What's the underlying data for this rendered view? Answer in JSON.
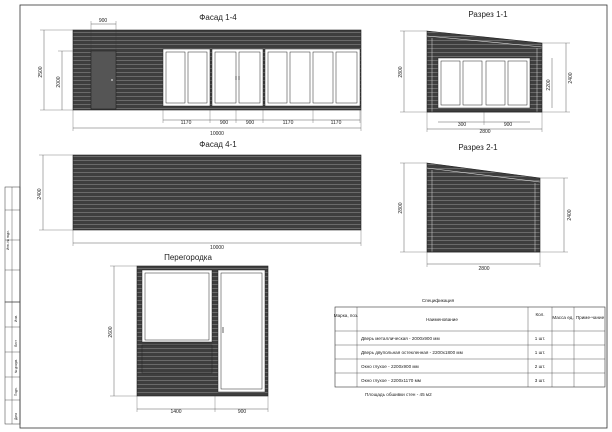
{
  "drawings": {
    "facade_1_4": {
      "title": "Фасад 1-4",
      "dims": {
        "door_width": "900",
        "height": "2000",
        "overall_height": "2500",
        "total": "10000",
        "seg_1": "1170",
        "seg_2": "900",
        "seg_3": "900",
        "seg_4": "1170",
        "seg_5": "1170"
      }
    },
    "section_1_1": {
      "title": "Разрез 1-1",
      "dims": {
        "left_height": "2800",
        "right_height": "2400",
        "window_height": "2200",
        "seg_1": "300",
        "seg_2": "900",
        "width": "2800"
      }
    },
    "facade_4_1": {
      "title": "Фасад 4-1",
      "dims": {
        "height": "2400",
        "total": "10000"
      }
    },
    "section_2_1": {
      "title": "Разрез 2-1",
      "dims": {
        "left_height": "2800",
        "right_height": "2400",
        "width": "2800"
      }
    },
    "partition": {
      "title": "Перегородка",
      "dims": {
        "height": "2600",
        "left_width": "1400",
        "right_width": "900"
      }
    }
  },
  "specification": {
    "title": "Спецификация",
    "headers": {
      "mark": "Марка, поз.",
      "name": "Наименование",
      "qty": "Кол.",
      "mass": "Масса ед.",
      "note": "Приме-чание"
    },
    "rows": [
      {
        "name": "Дверь металлическая - 2000х900 мм",
        "qty": "1 шт."
      },
      {
        "name": "Дверь двупольная остекленная - 2200х1800 мм",
        "qty": "1 шт."
      },
      {
        "name": "Окно глухое - 2200х900 мм",
        "qty": "2 шт."
      },
      {
        "name": "Окно глухое - 2200х1170 мм",
        "qty": "3 шт."
      }
    ],
    "footnote": "Площадь обшивки стен - 45 м2"
  },
  "stamp": {
    "side_label": "Инв. № подл.",
    "left_labels": [
      "Изм.",
      "Лист",
      "№ докум.",
      "Подп.",
      "Дата"
    ]
  }
}
